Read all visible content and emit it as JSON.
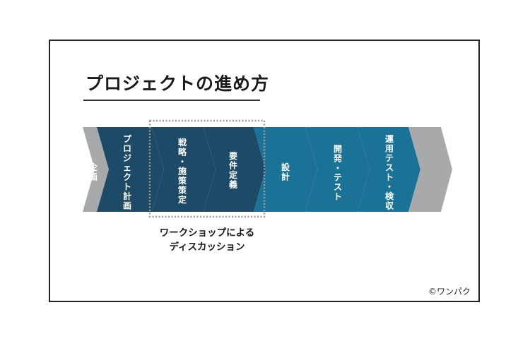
{
  "title": "プロジェクトの進め方",
  "phases": [
    {
      "id": "planning",
      "label": "企画",
      "fill": "#a7a9ab"
    },
    {
      "id": "project-planning",
      "label": "プロジェクト計画",
      "fill": "#1d4a66"
    },
    {
      "id": "strategy",
      "label": "戦略・施策策定",
      "fill": "#1d4a66"
    },
    {
      "id": "requirements",
      "label": "要件定義",
      "fill": "#1d4a66"
    },
    {
      "id": "design",
      "label": "設計",
      "fill": "#1a7296"
    },
    {
      "id": "development",
      "label": "開発・テスト",
      "fill": "#1a7296"
    },
    {
      "id": "operation",
      "label": "運用テスト・検収",
      "fill": "#1a7296"
    },
    {
      "id": "end",
      "label": "",
      "fill": "#a7a9ab"
    }
  ],
  "workshop_caption": [
    "ワークショップによる",
    "ディスカッション"
  ],
  "copyright": "©ワンパク"
}
